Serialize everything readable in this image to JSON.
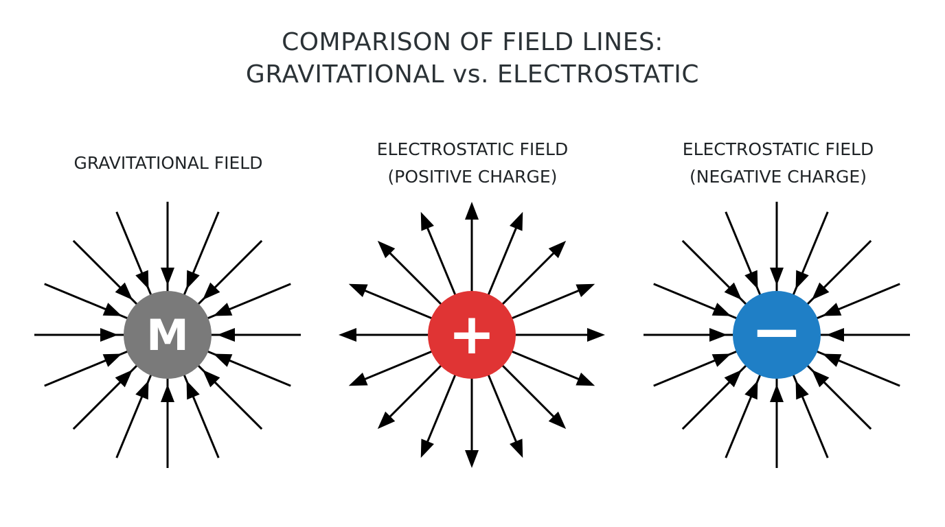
{
  "title": {
    "line1": "COMPARISON OF FIELD LINES:",
    "line2": "GRAVITATIONAL vs. ELECTROSTATIC"
  },
  "panels": [
    {
      "id": "gravitational",
      "title_lines": [
        "GRAVITATIONAL FIELD"
      ],
      "center_label": "M",
      "center_color": "#7a7a7a",
      "arrow_direction": "inward",
      "line_count": 16
    },
    {
      "id": "positive",
      "title_lines": [
        "ELECTROSTATIC FIELD",
        "(POSITIVE CHARGE)"
      ],
      "center_label": "+",
      "center_color": "#e03434",
      "arrow_direction": "outward",
      "line_count": 16
    },
    {
      "id": "negative",
      "title_lines": [
        "ELECTROSTATIC FIELD",
        "(NEGATIVE CHARGE)"
      ],
      "center_label": "−",
      "center_color": "#1f7fc6",
      "arrow_direction": "inward",
      "line_count": 16
    }
  ],
  "colors": {
    "arrow": "#000000",
    "text": "#2b3236"
  }
}
